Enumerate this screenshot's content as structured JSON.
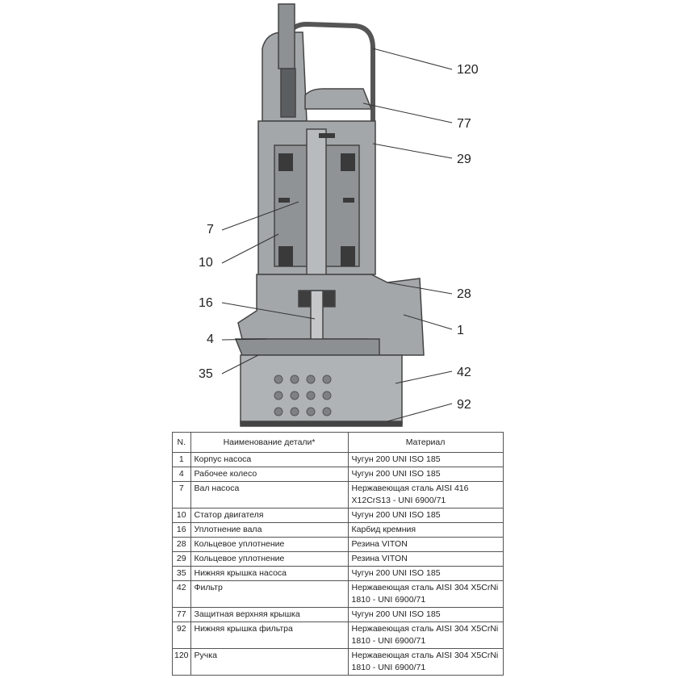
{
  "callouts": {
    "right": [
      "120",
      "77",
      "29",
      "28",
      "1",
      "42",
      "92"
    ],
    "left": [
      "7",
      "10",
      "16",
      "4",
      "35"
    ]
  },
  "table": {
    "headers": [
      "N.",
      "Наименование детали*",
      "Материал"
    ],
    "rows": [
      {
        "n": "1",
        "name": "Корпус насоса",
        "material": "Чугун 200 UNI ISO 185"
      },
      {
        "n": "4",
        "name": "Рабочее колесо",
        "material": "Чугун 200 UNI ISO 185"
      },
      {
        "n": "7",
        "name": "Вал насоса",
        "material": "Нержавеющая сталь AISI 416 X12CrS13 - UNI 6900/71"
      },
      {
        "n": "10",
        "name": "Статор двигателя",
        "material": "Чугун 200 UNI ISO 185"
      },
      {
        "n": "16",
        "name": "Уплотнение вала",
        "material": "Карбид кремния"
      },
      {
        "n": "28",
        "name": "Кольцевое уплотнение",
        "material": "Резина VITON"
      },
      {
        "n": "29",
        "name": "Кольцевое уплотнение",
        "material": "Резина VITON"
      },
      {
        "n": "35",
        "name": "Нижняя крышка насоса",
        "material": "Чугун 200 UNI ISO 185"
      },
      {
        "n": "42",
        "name": "Фильтр",
        "material": "Нержавеющая сталь AISI 304 X5CrNi 1810 - UNI 6900/71"
      },
      {
        "n": "77",
        "name": "Защитная верхняя крышка",
        "material": "Чугун 200 UNI ISO 185"
      },
      {
        "n": "92",
        "name": "Нижняя крышка фильтра",
        "material": "Нержавеющая сталь AISI 304 X5CrNi 1810 - UNI 6900/71"
      },
      {
        "n": "120",
        "name": "Ручка",
        "material": "Нержавеющая сталь AISI 304 X5CrNi 1810 - UNI 6900/71"
      }
    ]
  }
}
